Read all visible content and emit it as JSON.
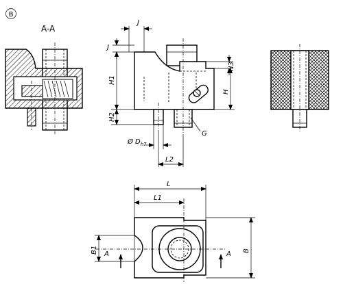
{
  "view_marker": "B",
  "section_title": "A-A",
  "dimensions": {
    "J_top": "J",
    "J_side": "J",
    "H1": "H1",
    "H2": "H2",
    "H3": "H3",
    "H": "H",
    "G": "G",
    "D": "Ø D",
    "D_tol": "h7",
    "L2": "L2",
    "L": "L",
    "L1": "L1",
    "B": "B",
    "B1": "B1",
    "A_left": "A",
    "A_right": "A"
  }
}
